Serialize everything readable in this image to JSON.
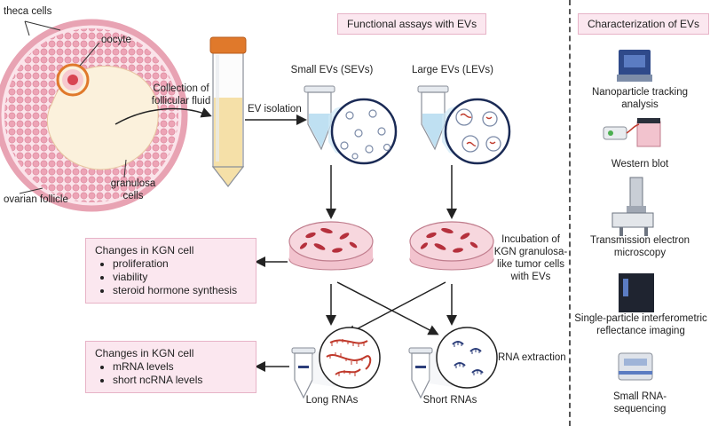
{
  "follicle": {
    "theca": "theca cells",
    "oocyte": "oocyte",
    "ovarian_follicle": "ovarian follicle",
    "granulosa_line1": "granulosa",
    "granulosa_line2": "cells"
  },
  "collection": {
    "line1": "Collection of",
    "line2": "follicular fluid"
  },
  "ev_isolation": "EV isolation",
  "functional_header": "Functional assays with EVs",
  "small_evs": "Small EVs (SEVs)",
  "large_evs": "Large EVs (LEVs)",
  "incubation": {
    "line1": "Incubation of",
    "line2": "KGN granulosa-",
    "line3": "like tumor cells",
    "line4": "with EVs"
  },
  "box1": {
    "title": "Changes in KGN cell",
    "items": [
      "proliferation",
      "viability",
      "steroid hormone synthesis"
    ]
  },
  "box2": {
    "title": "Changes in KGN cell",
    "items": [
      "mRNA levels",
      "short ncRNA levels"
    ]
  },
  "rna_extraction": "RNA extraction",
  "long_rnas": "Long RNAs",
  "short_rnas": "Short RNAs",
  "char_header": "Characterization of EVs",
  "characterization": {
    "nta_1": "Nanoparticle tracking",
    "nta_2": "analysis",
    "wb": "Western blot",
    "tem_1": "Transmission electron",
    "tem_2": "microscopy",
    "sp_1": "Single-particle interferometric",
    "sp_2": "reflectance imaging",
    "seq_1": "Small RNA-",
    "seq_2": "sequencing"
  },
  "colors": {
    "accent_pink": "#fbe7ef",
    "follicle_pink": "#f1b6c4",
    "dish_red": "#b5303c",
    "rna_red": "#c0392b",
    "rna_blue": "#2c3e7a",
    "tube_orange": "#e0792b"
  }
}
